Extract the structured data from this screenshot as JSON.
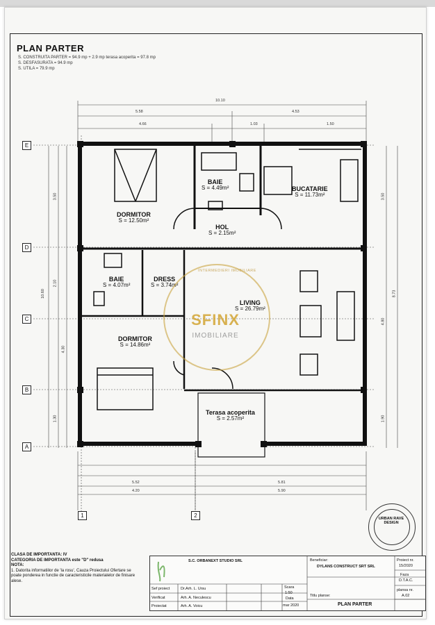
{
  "plan": {
    "title": "PLAN PARTER",
    "area_lines": [
      "S. CONSTRUITA PARTER   = 94.9 mp + 2.9 mp terasa acoperita = 97.8 mp",
      "S. DESFASURATA  = 94.9 mp",
      "S. UTILA  = 79.9 mp"
    ]
  },
  "rooms": [
    {
      "name": "DORMITOR",
      "area": "S = 12.50m²",
      "key": "dormitor1"
    },
    {
      "name": "BAIE",
      "area": "S = 4.49m²",
      "key": "baie1"
    },
    {
      "name": "BUCATARIE",
      "area": "S = 11.73m²",
      "key": "bucatarie"
    },
    {
      "name": "HOL",
      "area": "S = 2.15m²",
      "key": "hol"
    },
    {
      "name": "BAIE",
      "area": "S = 4.07m²",
      "key": "baie2"
    },
    {
      "name": "DRESS",
      "area": "S = 3.74m²",
      "key": "dress"
    },
    {
      "name": "LIVING",
      "area": "S = 26.79m²",
      "key": "living"
    },
    {
      "name": "DORMITOR",
      "area": "S = 14.86m²",
      "key": "dormitor2"
    },
    {
      "name": "Terasa acoperita",
      "area": "S = 2.57m²",
      "key": "terasa"
    }
  ],
  "axes": {
    "rows": [
      "E",
      "D",
      "C",
      "B",
      "A"
    ],
    "cols": [
      "1",
      "2"
    ]
  },
  "dimensions": {
    "top_total": "10.10",
    "top_split": [
      "5.58",
      "4.53"
    ],
    "top_detail": [
      "4.66",
      "1.03",
      "1.50"
    ],
    "bottom_split": [
      "5.52",
      "5.81"
    ],
    "bottom_total": [
      "4.20",
      "5.90"
    ],
    "left_total": "10.60",
    "right_total": "8.73",
    "right_segments": [
      "3.50",
      "4.80",
      "1.90"
    ],
    "left_segments": [
      "3.50",
      "2.10",
      "4.30",
      "1.30"
    ]
  },
  "watermark": {
    "title": "SFINX",
    "subtitle": "IMOBILIARE",
    "arc": "INTERMEDIERI IMOBILIARE"
  },
  "notes": {
    "clasa": "CLASA DE IMPORTANTA: IV",
    "categoria": "CATEGORIA DE IMPORTANTA este \"D\" redusa",
    "nota_title": "NOTA:",
    "nota_body": "1. Datorita informatiilor de 'la rosu', Cauza Proiectului Ofertare se poate ponderea in functie de caracteristicile materialelor de finisare alese."
  },
  "titleblock": {
    "company": "S.C. ORBANEXT STUDIO SRL",
    "beneficiar_label": "Beneficiar:",
    "beneficiar": "DYLANS CONSTRUCT SRT SRL",
    "proiect_label": "Proiect nr.",
    "proiect": "15/2020",
    "faza_label": "Faza",
    "faza": "D.T.A.C.",
    "titlu_label": "Titlu planse:",
    "titlu": "PLAN PARTER",
    "plansa_label": "plansa nr.",
    "plansa": "A.02",
    "scara_label": "Scara",
    "scara": "1:50",
    "data_label": "Data",
    "data": "mar 2020",
    "rows": [
      {
        "role": "Sef proiect",
        "name": "Dr.Arh. L. Ursu"
      },
      {
        "role": "Verificat",
        "name": "Arh. A. Neculescu"
      },
      {
        "role": "Proiectat",
        "name": "Arh. A. Voicu"
      }
    ]
  },
  "stamp": {
    "text": "URBAN RAVE DESIGN"
  }
}
